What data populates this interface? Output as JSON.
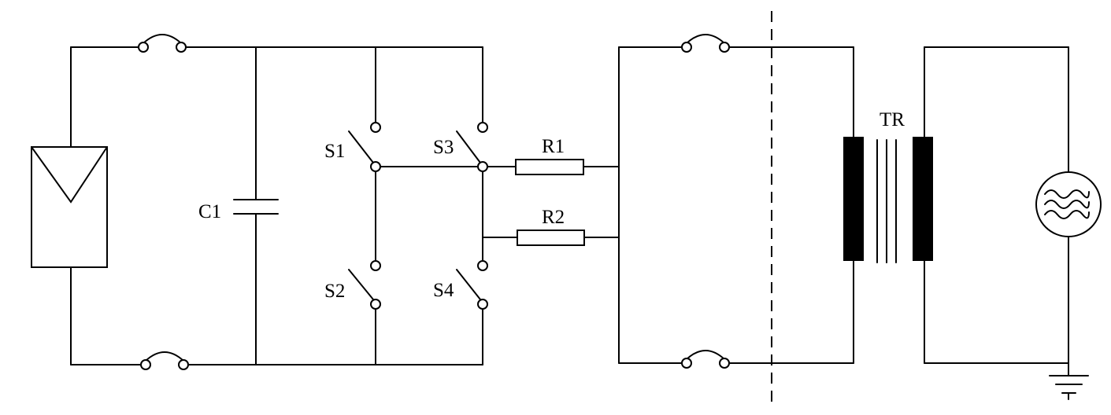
{
  "diagram": {
    "labels": {
      "c1": "C1",
      "s1": "S1",
      "s2": "S2",
      "s3": "S3",
      "s4": "S4",
      "r1": "R1",
      "r2": "R2",
      "tr": "TR"
    }
  }
}
